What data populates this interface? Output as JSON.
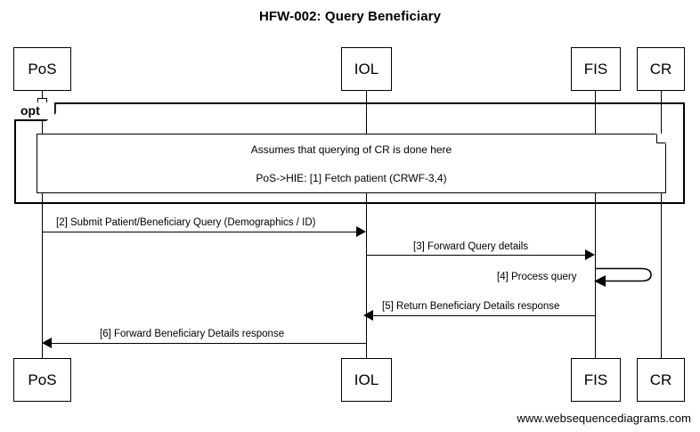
{
  "diagram": {
    "title": "HFW-002: Query Beneficiary",
    "footer": "www.websequencediagrams.com",
    "type": "uml-sequence-diagram"
  },
  "participants": [
    {
      "id": "pos",
      "label": "PoS"
    },
    {
      "id": "iol",
      "label": "IOL"
    },
    {
      "id": "fis",
      "label": "FIS"
    },
    {
      "id": "cr",
      "label": "CR"
    }
  ],
  "fragment": {
    "operator": "opt"
  },
  "note": {
    "line1": "Assumes that querying of CR is done here",
    "line2": "PoS->HIE: [1] Fetch patient (CRWF-3,4)"
  },
  "messages": [
    {
      "num": "[2]",
      "label": "[2] Submit Patient/Beneficiary Query (Demographics / ID)",
      "from": "pos",
      "to": "iol",
      "direction": "right"
    },
    {
      "num": "[3]",
      "label": "[3] Forward Query details",
      "from": "iol",
      "to": "fis",
      "direction": "right"
    },
    {
      "num": "[4]",
      "label": "[4] Process query",
      "from": "fis",
      "to": "fis",
      "direction": "self"
    },
    {
      "num": "[5]",
      "label": "[5] Return Beneficiary Details response",
      "from": "fis",
      "to": "iol",
      "direction": "left"
    },
    {
      "num": "[6]",
      "label": "[6] Forward Beneficiary Details response",
      "from": "iol",
      "to": "pos",
      "direction": "left"
    }
  ],
  "colors": {
    "stroke": "#000000",
    "background": "#ffffff"
  }
}
